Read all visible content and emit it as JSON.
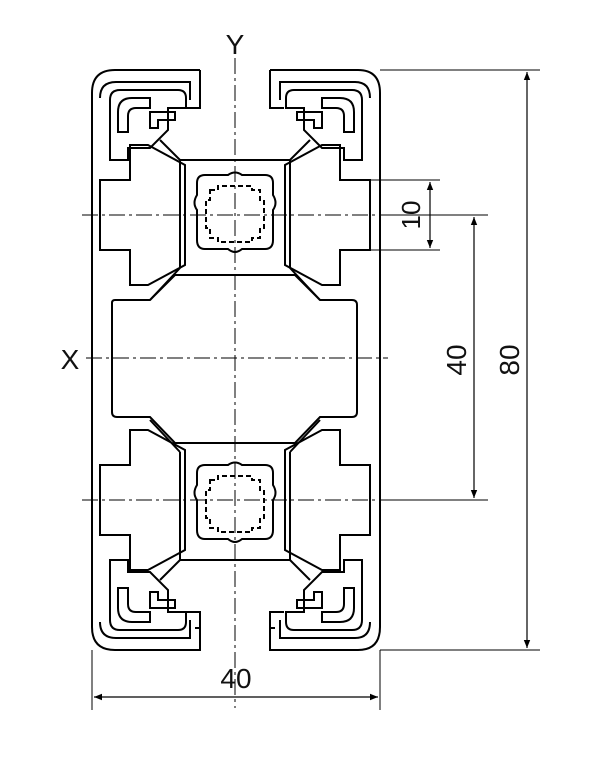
{
  "axes": {
    "y_label": "Y",
    "x_label": "X"
  },
  "dimensions": {
    "width": "40",
    "height": "80",
    "slot_pitch": "40",
    "slot_width": "10"
  },
  "colors": {
    "line": "#000000",
    "background": "#ffffff"
  }
}
